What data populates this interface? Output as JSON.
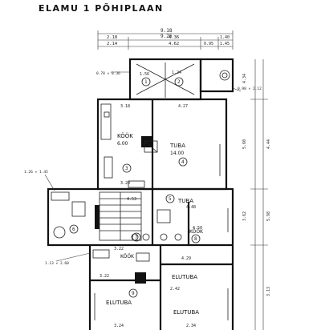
{
  "title": "ELAMU 1 PÕHIPLAAN",
  "colors": {
    "ink": "#111111",
    "paper": "#ffffff"
  },
  "rooms": {
    "kook_top": "KÖÖK",
    "kook_top_sub": "6.00",
    "tuba_top": "TUBA",
    "tuba_top_sub": "14.00",
    "tuba_mid": "TUBA",
    "kook_mid": "KÖÖK",
    "kook_bottom": "KÖÖK",
    "elutuba_center": "ELUTUBA",
    "elutuba_left": "ELUTUBA",
    "elutuba_right": "ELUTUBA"
  },
  "room_numbers": {
    "n1": "1",
    "n2": "2",
    "n3": "3",
    "n4": "4",
    "n5": "5",
    "n6": "6",
    "n7": "7",
    "n8": "8",
    "n9": "9"
  },
  "dims": {
    "top_total": "9.18",
    "top_total2": "9.26",
    "top_a": "2.18",
    "top_a2": "2.14",
    "top_b": "4.36",
    "top_b2": "4.62",
    "top_c": "1.40",
    "top_c2": "1.45",
    "top_d": "0.95",
    "stair_w": "1.56",
    "stair_d": "1.24",
    "door_dim": "0.78 × 0.36",
    "right_a": "0.98 × 2.12",
    "tuba_w": "4.27",
    "kook_w": "3.18",
    "left_dim": "1.26 × 1.45",
    "left_dim2": "1.13 × 2.60",
    "mid_w": "3.20",
    "mid_w2": "4.53",
    "kook_mid_w": "4.50",
    "tuba_mid_w": "4.48",
    "lower_a": "3.22",
    "lower_b": "4.29",
    "lower_c": "3.22",
    "lower_d": "2.42",
    "bottom_a": "3.24",
    "bottom_b": "2.34",
    "right_side_a": "4.34",
    "right_side_b": "5.60",
    "right_side_c": "4.44",
    "right_side_d": "3.62",
    "right_side_e": "5.98",
    "right_side_f": "3.13"
  }
}
